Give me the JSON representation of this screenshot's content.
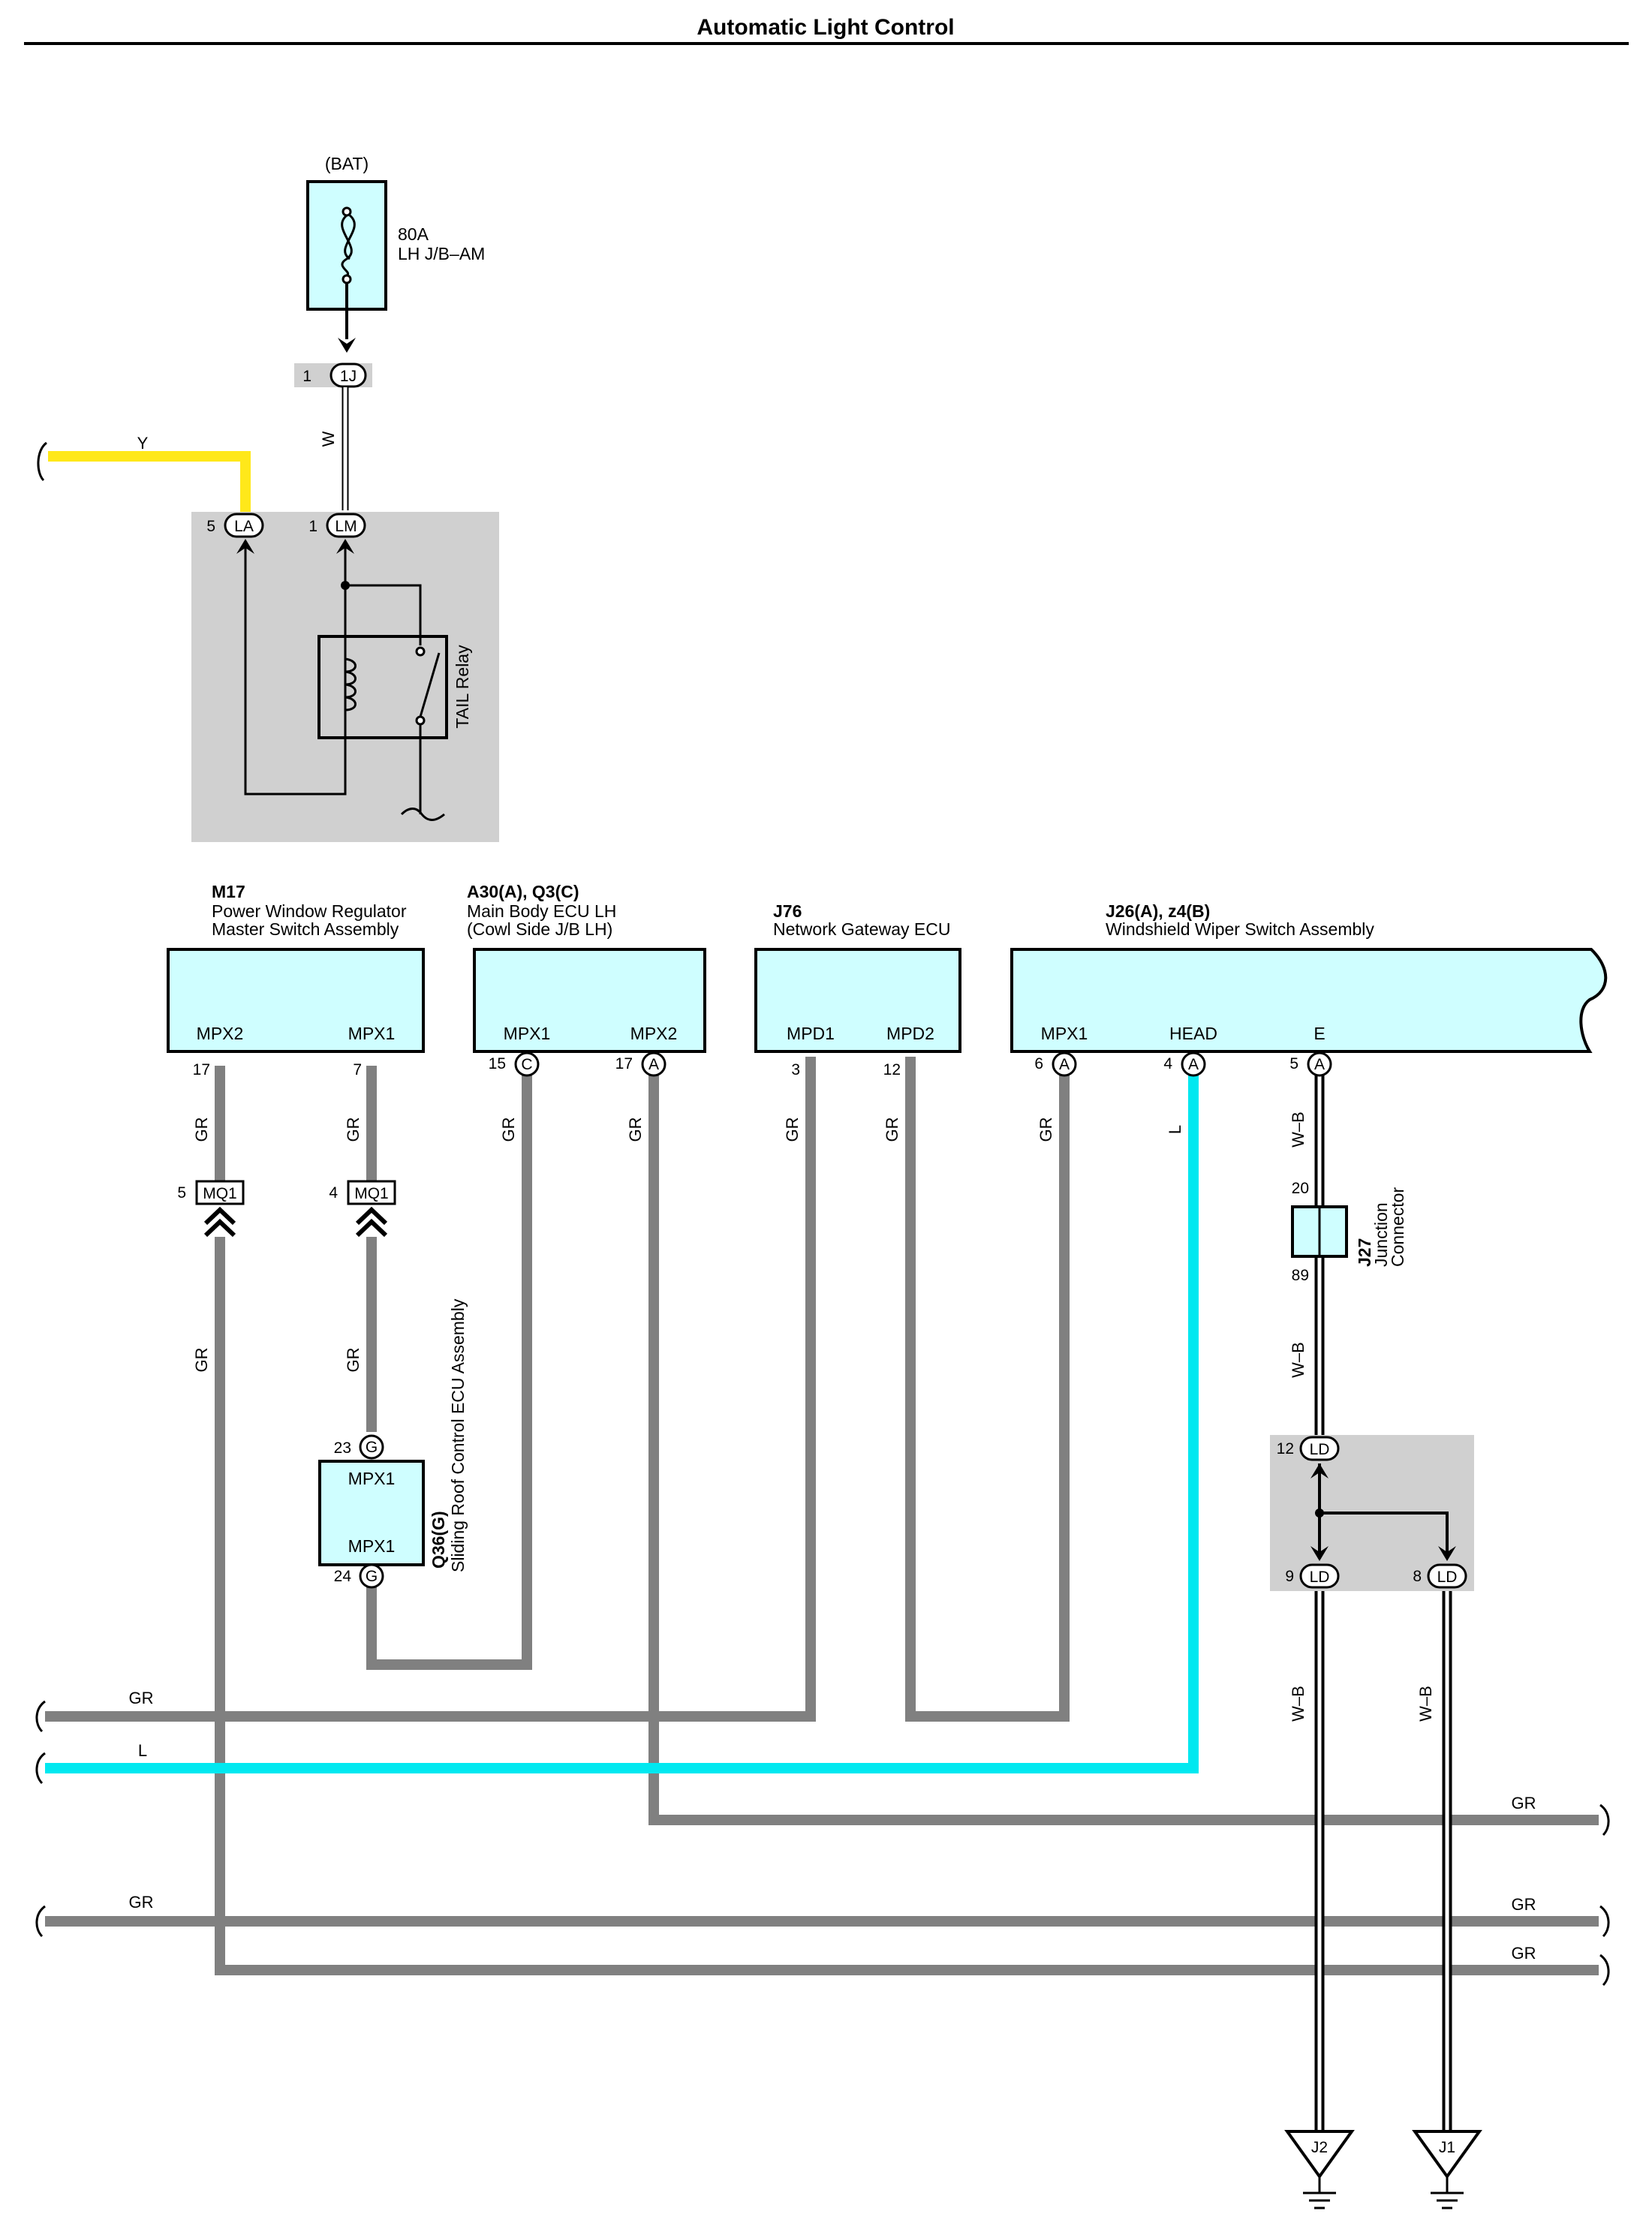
{
  "title": "Automatic Light Control",
  "colors": {
    "gray": "#808080",
    "yellow": "#ffe81a",
    "cyan": "#00e8f0",
    "panel": "#cffeff",
    "shade": "#d0d0d0"
  },
  "fuse": {
    "supply": "(BAT)",
    "rating": "80A",
    "name": "LH J/B–AM"
  },
  "conn_1J": {
    "pin": "1",
    "id": "1J"
  },
  "conn_LA": {
    "pin": "5",
    "id": "LA"
  },
  "conn_LM": {
    "pin": "1",
    "id": "LM"
  },
  "relay": {
    "name": "TAIL Relay"
  },
  "wires": {
    "w": "W",
    "y": "Y",
    "gr": "GR",
    "l": "L",
    "wb": "W–B"
  },
  "components": {
    "m17": {
      "code": "M17",
      "name1": "Power Window Regulator",
      "name2": "Master Switch Assembly",
      "t1": "MPX2",
      "t2": "MPX1",
      "p1": "17",
      "p2": "7"
    },
    "a30": {
      "code": "A30(A), Q3(C)",
      "name1": "Main Body ECU LH",
      "name2": "(Cowl Side J/B LH)",
      "t1": "MPX1",
      "t2": "MPX2",
      "p1": "15",
      "c1": "C",
      "p2": "17",
      "c2": "A"
    },
    "j76": {
      "code": "J76",
      "name1": "Network Gateway ECU",
      "t1": "MPD1",
      "t2": "MPD2",
      "p1": "3",
      "p2": "12"
    },
    "j26": {
      "code": "J26(A), z4(B)",
      "name1": "Windshield Wiper Switch Assembly",
      "t1": "MPX1",
      "t2": "HEAD",
      "t3": "E",
      "p1": "6",
      "p2": "4",
      "p3": "5",
      "c": "A"
    },
    "q36": {
      "code": "Q36(G)",
      "name": "Sliding Roof Control ECU Assembly",
      "t1": "MPX1",
      "t2": "MPX1",
      "p1": "23",
      "p2": "24",
      "c": "G"
    },
    "j27": {
      "code": "J27",
      "name1": "Junction",
      "name2": "Connector",
      "p1": "20",
      "p2": "89"
    }
  },
  "mq1": {
    "id": "MQ1",
    "p1": "5",
    "p2": "4"
  },
  "ld": {
    "id": "LD",
    "p1": "12",
    "p2": "9",
    "p3": "8"
  },
  "grounds": {
    "g1": "J2",
    "g2": "J1"
  }
}
